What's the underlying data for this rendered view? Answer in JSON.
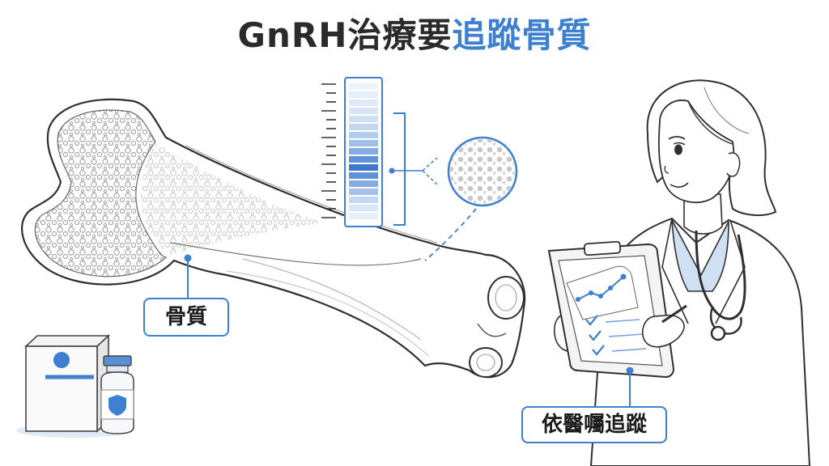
{
  "title": {
    "part1": "GnRH治療要",
    "part2": "追蹤骨質",
    "part1_color": "#2b2b2b",
    "part2_color": "#3d7fd0"
  },
  "labels": {
    "bone_quality": "骨質",
    "doctor_follow_up": "依醫囑追蹤"
  },
  "colors": {
    "accent": "#3d7fd0",
    "line": "#2f2f2f",
    "bone_fill": "#ffffff",
    "trabecular": "#c9c9c9",
    "scale_light": "#dce8f7",
    "scale_dark": "#2f6bb8"
  },
  "icons": [
    "femur-bone-illustration",
    "bone-density-scale-icon",
    "magnified-bone-tissue-icon",
    "medicine-box-icon",
    "medicine-vial-icon",
    "doctor-illustration",
    "clipboard-icon",
    "stethoscope-icon"
  ]
}
